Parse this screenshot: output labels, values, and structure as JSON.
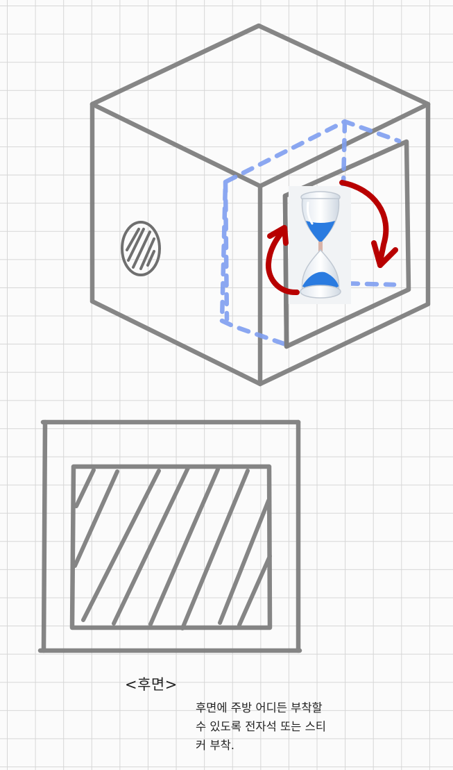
{
  "labels": {
    "back_view": "<후면>",
    "note_line1": "후면에 주방 어디든 부착할",
    "note_line2": "수 있도록 전자석 또는 스티",
    "note_line3": "커 부착."
  },
  "colors": {
    "pencil": "#808080",
    "dashed_blue": "#7f9ff0",
    "rotate_arrow": "#b80000",
    "sand": "#2a7be0",
    "grid": "#d6d6d6"
  },
  "icons": {
    "hourglass": "hourglass-icon",
    "rotate_left": "rotate-arrow-icon",
    "rotate_right": "rotate-arrow-icon"
  }
}
